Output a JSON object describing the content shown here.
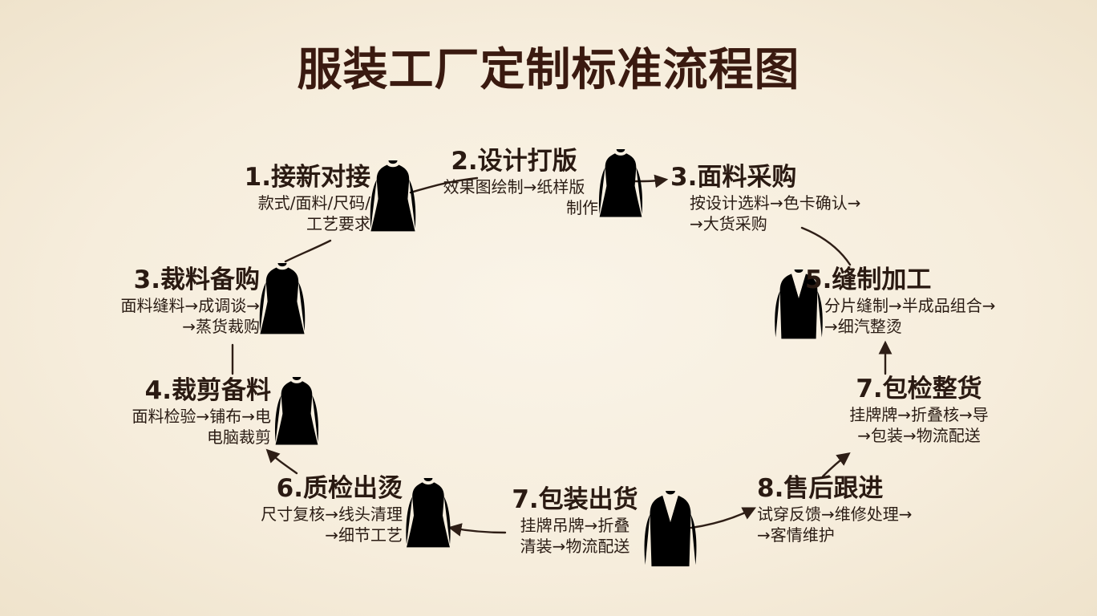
{
  "title": "服装工厂定制标准流程图",
  "steps": {
    "s1": {
      "heading": "1.接新对接",
      "lines": [
        "款式/面料/尺码/",
        "工艺要求"
      ]
    },
    "s2": {
      "heading": "2.设计打版",
      "lines": [
        "效果图绘制→纸样版",
        "制作"
      ]
    },
    "s3": {
      "heading": "3.面料采购",
      "lines": [
        "按设计选料→色卡确认→",
        "→大货采购"
      ]
    },
    "s3b": {
      "heading": "3.裁料备购",
      "lines": [
        "面料缝料→成调谈→",
        "→蒸货裁购"
      ]
    },
    "s4": {
      "heading": "4.裁剪备料",
      "lines": [
        "面料检验→铺布→电",
        "电脑裁剪"
      ]
    },
    "s5": {
      "heading": "5.缝制加工",
      "lines": [
        "分片缝制→半成品组合→",
        "→细汽整烫"
      ]
    },
    "s6": {
      "heading": "6.质检出烫",
      "lines": [
        "尺寸复核→线头清理",
        "→细节工艺"
      ]
    },
    "s7a": {
      "heading": "7.包装出货",
      "lines": [
        "挂牌吊牌→折叠",
        "清装→物流配送"
      ]
    },
    "s7b": {
      "heading": "7.包检整货",
      "lines": [
        "挂牌牌→折叠核→导",
        "→包装→物流配送"
      ]
    },
    "s8": {
      "heading": "8.售后跟进",
      "lines": [
        "试穿反馈→维修处理→",
        "→客情维护"
      ]
    }
  },
  "colors": {
    "title": "#3a1a10",
    "ink": "#2a1c14",
    "background": "#f6eddc"
  }
}
